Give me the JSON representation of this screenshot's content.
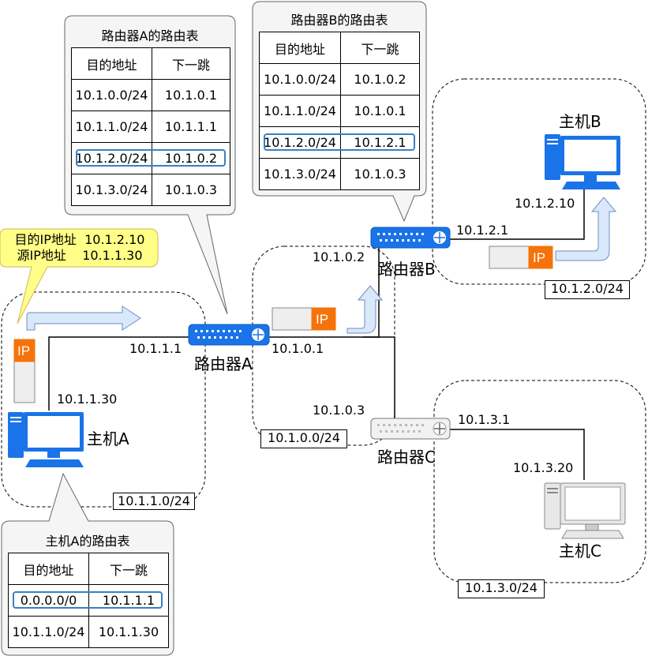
{
  "routerA": {
    "name": "路由器A",
    "table_title": "路由器A的路由表"
  },
  "routerB": {
    "name": "路由器B",
    "table_title": "路由器B的路由表"
  },
  "routerC": {
    "name": "路由器C"
  },
  "hostA": {
    "name": "主机A",
    "ip": "10.1.1.30",
    "table_title": "主机A的路由表"
  },
  "hostB": {
    "name": "主机B",
    "ip": "10.1.2.10"
  },
  "hostC": {
    "name": "主机C",
    "ip": "10.1.3.20"
  },
  "table_headers": {
    "dest": "目的地址",
    "next": "下一跳"
  },
  "routerA_table": [
    {
      "dest": "10.1.0.0/24",
      "next": "10.1.0.1"
    },
    {
      "dest": "10.1.1.0/24",
      "next": "10.1.1.1"
    },
    {
      "dest": "10.1.2.0/24",
      "next": "10.1.0.2"
    },
    {
      "dest": "10.1.3.0/24",
      "next": "10.1.0.3"
    }
  ],
  "routerB_table": [
    {
      "dest": "10.1.0.0/24",
      "next": "10.1.0.2"
    },
    {
      "dest": "10.1.1.0/24",
      "next": "10.1.0.1"
    },
    {
      "dest": "10.1.2.0/24",
      "next": "10.1.2.1"
    },
    {
      "dest": "10.1.3.0/24",
      "next": "10.1.0.3"
    }
  ],
  "hostA_table": [
    {
      "dest": "0.0.0.0/0",
      "next": "10.1.1.1"
    },
    {
      "dest": "10.1.1.0/24",
      "next": "10.1.1.30"
    }
  ],
  "interfaces": {
    "ra_lan": "10.1.1.1",
    "ra_core": "10.1.0.1",
    "rb_core": "10.1.0.2",
    "rb_lan": "10.1.2.1",
    "rc_core": "10.1.0.3",
    "rc_lan": "10.1.3.1"
  },
  "networks": {
    "net1": "10.1.1.0/24",
    "net0": "10.1.0.0/24",
    "net2": "10.1.2.0/24",
    "net3": "10.1.3.0/24"
  },
  "packet_label": "IP",
  "packet_note": {
    "line1_label": "目的IP地址",
    "line1_value": "10.1.2.10",
    "line2_label": "源IP地址",
    "line2_value": "10.1.1.30"
  },
  "colors": {
    "router_blue": "#1a73e8",
    "router_gray": "#e6e6e6",
    "packet_orange": "#f5730a",
    "arrow_fill": "#dae8fc",
    "arrow_stroke": "#6c8ebf",
    "note_fill": "#ffff88",
    "highlight": "#3a7fc4",
    "host_blue": "#1a73e8",
    "host_gray": "#e6e6e6"
  }
}
